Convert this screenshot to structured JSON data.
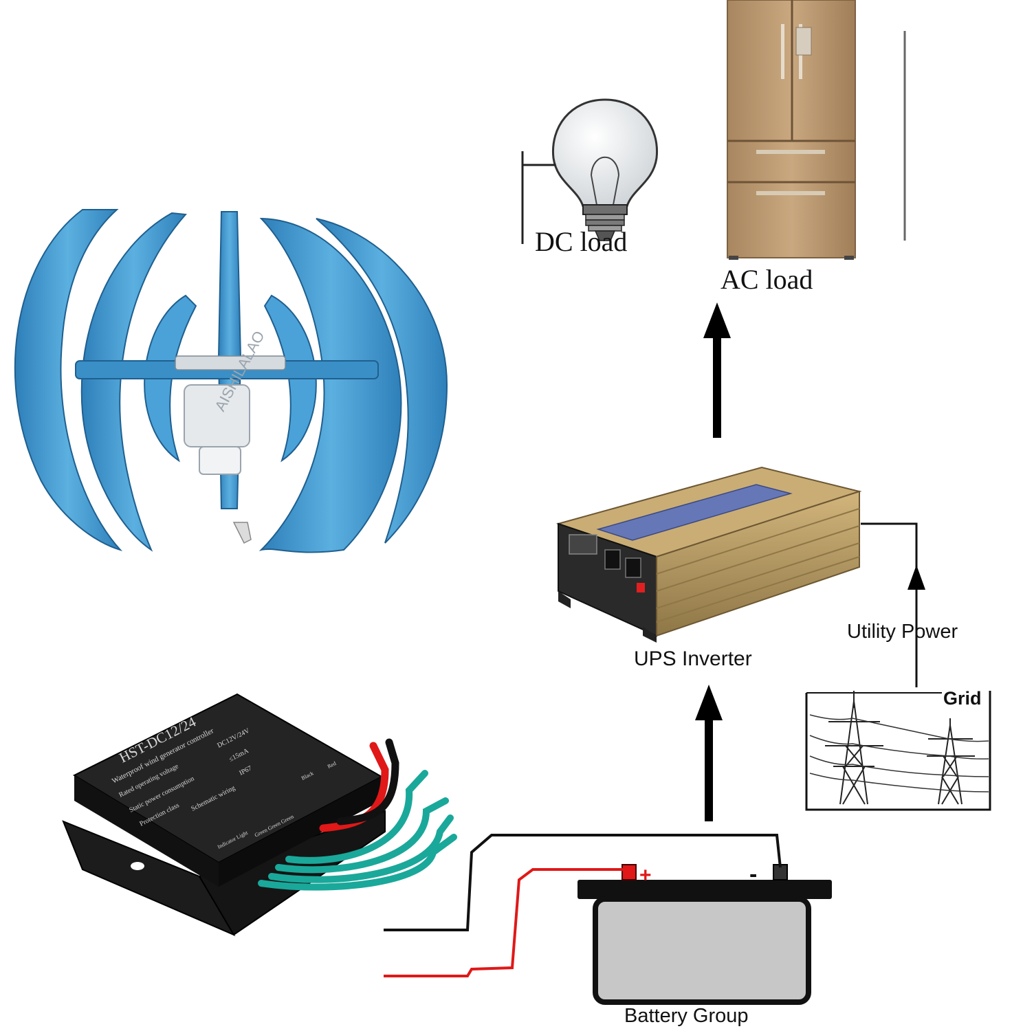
{
  "labels": {
    "dc_load": "DC load",
    "ac_load": "AC load",
    "ups_inverter": "UPS Inverter",
    "utility_power": "Utility Power",
    "grid": "Grid",
    "battery_group": "Battery Group",
    "battery_plus": "+",
    "battery_minus": "-",
    "watermark": "AISHILALAO"
  },
  "controller": {
    "model": "HST-DC12/24",
    "subtitle": "Waterproof wind generator controller",
    "row1_label": "Rated operating voltage",
    "row1_value": "DC12V/24V",
    "row2_label": "Static power consumption",
    "row2_value": "≤15mA",
    "row3_label": "Protection class",
    "row3_value": "IP67",
    "wiring_title": "Schematic wiring",
    "wire_black": "Black",
    "wire_red": "Red",
    "indicator": "Indicator Light",
    "green_labels": "Green Green Green"
  },
  "colors": {
    "turbine_blue": "#4a9fd4",
    "turbine_dark": "#2f7fb8",
    "inverter_gold": "#b89a5e",
    "fridge_bronze": "#b8966e",
    "wire_red": "#e01818",
    "wire_black": "#111111",
    "wire_green": "#1aa89a"
  }
}
